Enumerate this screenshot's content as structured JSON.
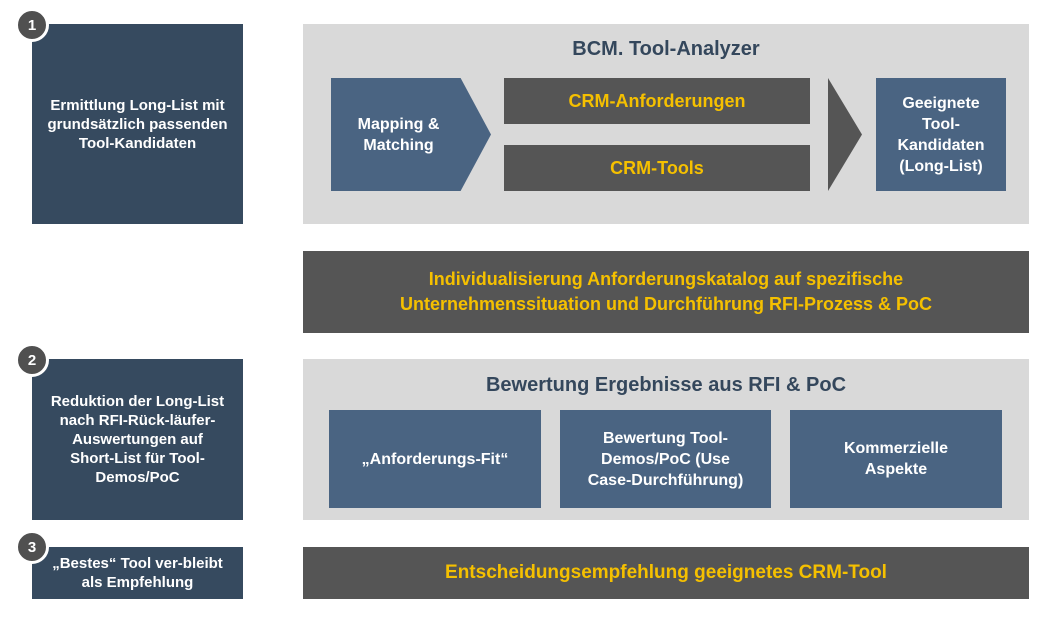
{
  "steps": [
    {
      "number": "1",
      "text": "Ermittlung Long-List mit grundsätzlich passenden Tool-Kandidaten"
    },
    {
      "number": "2",
      "text": "Reduktion der Long-List nach RFI-Rück-läufer-Auswertungen auf Short-List für Tool-Demos/PoC"
    },
    {
      "number": "3",
      "text": "„Bestes“ Tool ver-bleibt als Empfehlung"
    }
  ],
  "analyzer": {
    "title": "BCM. Tool-Analyzer",
    "mapping": "Mapping & Matching",
    "requirements": "CRM-Anforderungen",
    "tools": "CRM-Tools",
    "result": "Geeignete Tool-Kandidaten (Long-List)"
  },
  "individualization": "Individualisierung Anforderungskatalog auf spezifische Unternehmenssituation und Durchführung RFI-Prozess & PoC",
  "evaluation": {
    "title": "Bewertung Ergebnisse aus RFI & PoC",
    "items": [
      "„Anforderungs-Fit“",
      "Bewertung Tool-Demos/PoC (Use Case-Durchführung)",
      "Kommerzielle Aspekte"
    ]
  },
  "decision": "Entscheidungsempfehlung geeignetes CRM-Tool",
  "colors": {
    "step": "#364a5f",
    "blue": "#4a6482",
    "dark": "#555555",
    "accent": "#f5c000",
    "panel": "#d9d9d9"
  }
}
